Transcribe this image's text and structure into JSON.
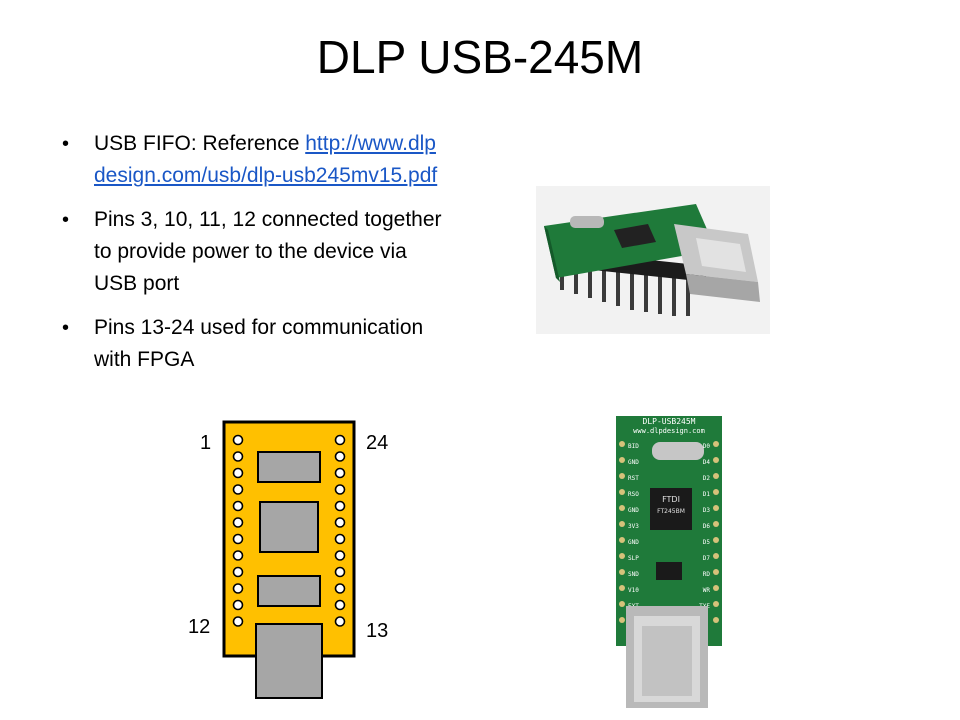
{
  "slide": {
    "title": "DLP USB-245M",
    "bullets": [
      {
        "text": "USB FIFO: Reference ",
        "link": "http://www.dlpdesign.com/usb/dlp-usb245mv15.pdf"
      },
      {
        "text": "Pins 3, 10, 11, 12 connected together to provide power to the device via USB port"
      },
      {
        "text": "Pins 13-24 used for communication with FPGA"
      }
    ]
  },
  "pinout": {
    "top_left": "1",
    "top_right": "24",
    "bottom_left": "12",
    "bottom_right": "13",
    "pins_per_side": 12
  },
  "board_silkscreen": {
    "name": "DLP-USB245M",
    "url": "www.dlpdesign.com",
    "chip_brand": "FTDI",
    "chip_model": "FT245BM",
    "left_labels": [
      "BID",
      "GND",
      "RST",
      "RSO",
      "GND",
      "3V3",
      "GND",
      "SLP",
      "SND",
      "V10",
      "EXT"
    ],
    "right_labels": [
      "D0",
      "D4",
      "D2",
      "D1",
      "D3",
      "D6",
      "D5",
      "D7",
      "RD",
      "WR",
      "TXE"
    ]
  },
  "colors": {
    "link": "#1a57c6",
    "board_yellow": "#ffc000",
    "board_outline": "#000000",
    "pcb_green": "#1f7a3a"
  }
}
